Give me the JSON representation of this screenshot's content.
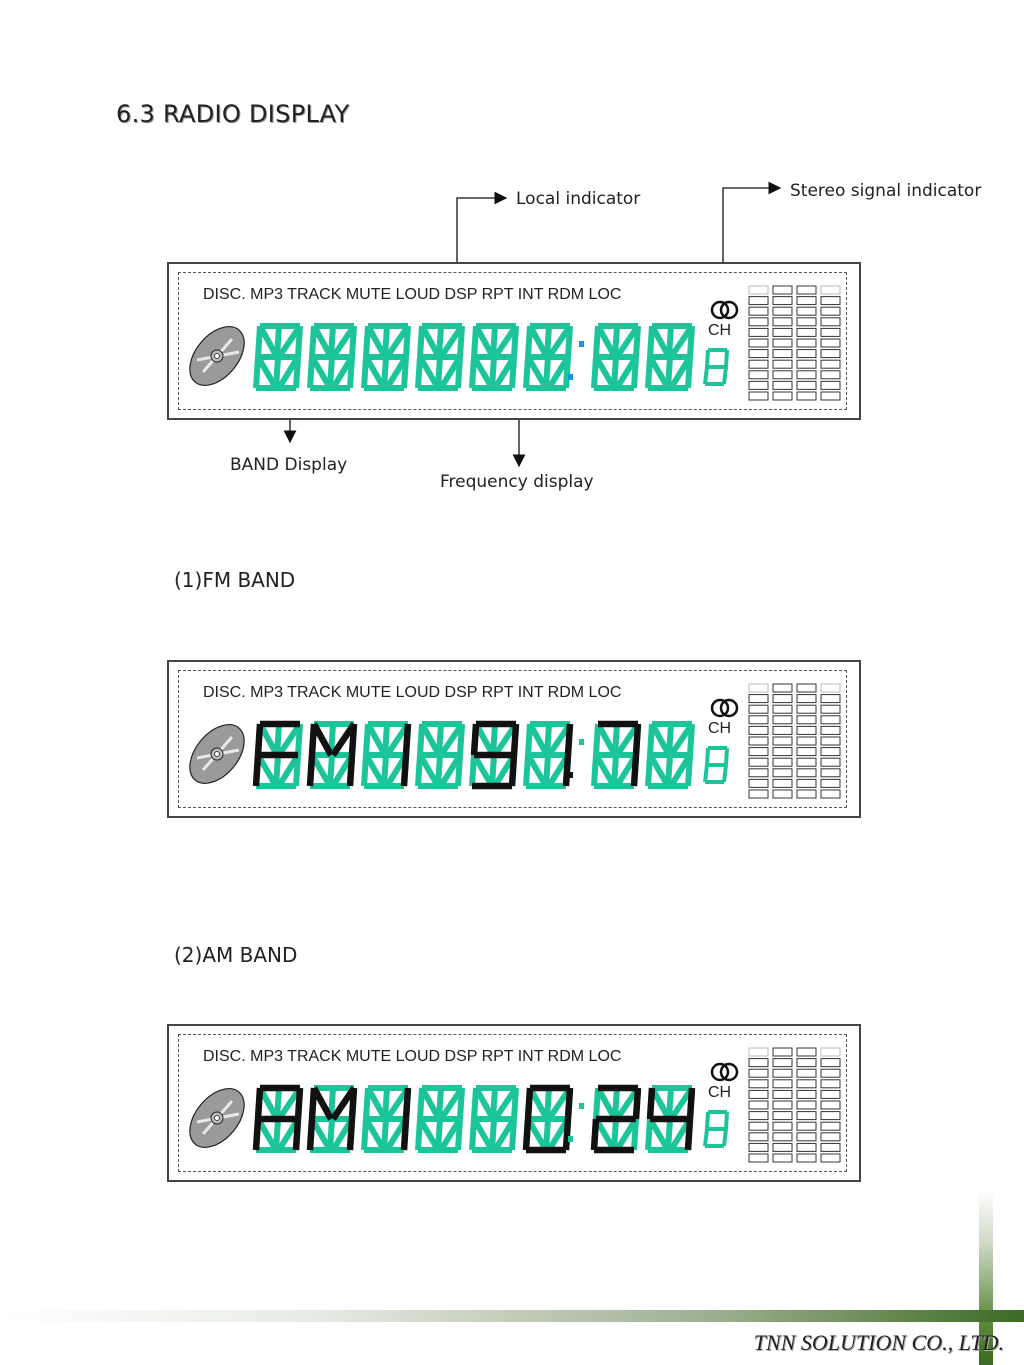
{
  "heading": "6.3 RADIO DISPLAY",
  "callouts": {
    "local": "Local indicator",
    "stereo": "Stereo signal indicator",
    "band": "BAND Display",
    "frequency": "Frequency display"
  },
  "sections": {
    "fm": "(1)FM BAND",
    "am": "(2)AM BAND"
  },
  "indicator_row": "DISC. MP3 TRACK MUTE LOUD DSP RPT INT RDM LOC",
  "ch_label": "CH",
  "displays": [
    {
      "id": "diagram",
      "chars": [
        "",
        "",
        "",
        "",
        "",
        "",
        "",
        ""
      ],
      "colon": "blue"
    },
    {
      "id": "fm",
      "chars": [
        "F",
        "M",
        "1",
        "",
        "9",
        "1",
        "7",
        ""
      ],
      "colon": "black"
    },
    {
      "id": "am",
      "chars": [
        "A",
        "M",
        "1",
        "",
        "",
        "0",
        "2",
        "4"
      ],
      "colon": "teal"
    }
  ],
  "colors": {
    "segment": "#1cc49a",
    "segment_on": "#111111",
    "colon_blue": "#1e8fe0"
  },
  "footer": "TNN SOLUTION CO., LTD."
}
